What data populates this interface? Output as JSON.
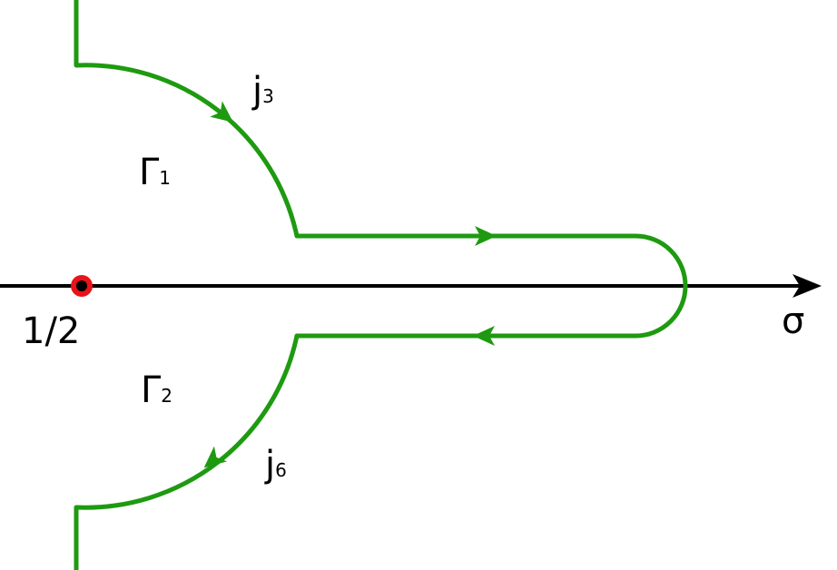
{
  "colors": {
    "contour": "#1e9a10",
    "axis": "#000000",
    "point_ring": "#e8141a",
    "point_center": "#000000"
  },
  "axis": {
    "label": "σ"
  },
  "point": {
    "label": "1/2"
  },
  "regions": [
    {
      "symbol": "Γ",
      "subscript": "1"
    },
    {
      "symbol": "Γ",
      "subscript": "2"
    }
  ],
  "arcs": [
    {
      "symbol": "j",
      "subscript": "3"
    },
    {
      "symbol": "j",
      "subscript": "6"
    }
  ]
}
